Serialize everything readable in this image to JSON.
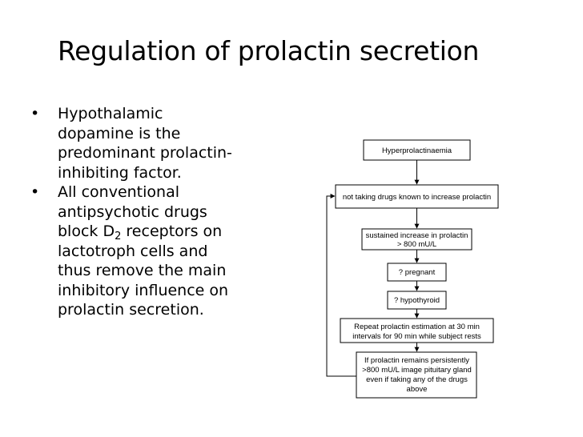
{
  "slide": {
    "title": "Regulation of prolactin secretion",
    "bullets": [
      {
        "lines": [
          "Hypothalamic",
          "dopamine is the",
          "predominant prolactin-",
          "inhibiting factor."
        ]
      },
      {
        "lines_before": [
          "All conventional",
          "antipsychotic drugs"
        ],
        "d2_line": {
          "pre": "block D",
          "sub": "2",
          "post": " receptors on"
        },
        "lines_after": [
          "lactotroph cells and",
          "thus remove the main",
          "inhibitory influence on",
          "prolactin secretion."
        ]
      }
    ]
  },
  "flowchart": {
    "nodes": [
      {
        "id": "hyper",
        "lines": [
          "Hyperprolactinaemia"
        ]
      },
      {
        "id": "drugs",
        "lines": [
          "not taking drugs known to increase prolactin"
        ]
      },
      {
        "id": "sustained",
        "lines": [
          "sustained increase in prolactin",
          "> 800 mU/L"
        ]
      },
      {
        "id": "pregnant",
        "lines": [
          "? pregnant"
        ]
      },
      {
        "id": "hypothyroid",
        "lines": [
          "? hypothyroid"
        ]
      },
      {
        "id": "repeat",
        "lines": [
          "Repeat prolactin estimation at 30 min",
          "intervals for 90 min while subject rests"
        ]
      },
      {
        "id": "final",
        "lines": [
          "If prolactin remains persistently",
          ">800 mU/L image pituitary gland",
          "even if taking any of the drugs",
          "above"
        ]
      }
    ]
  }
}
